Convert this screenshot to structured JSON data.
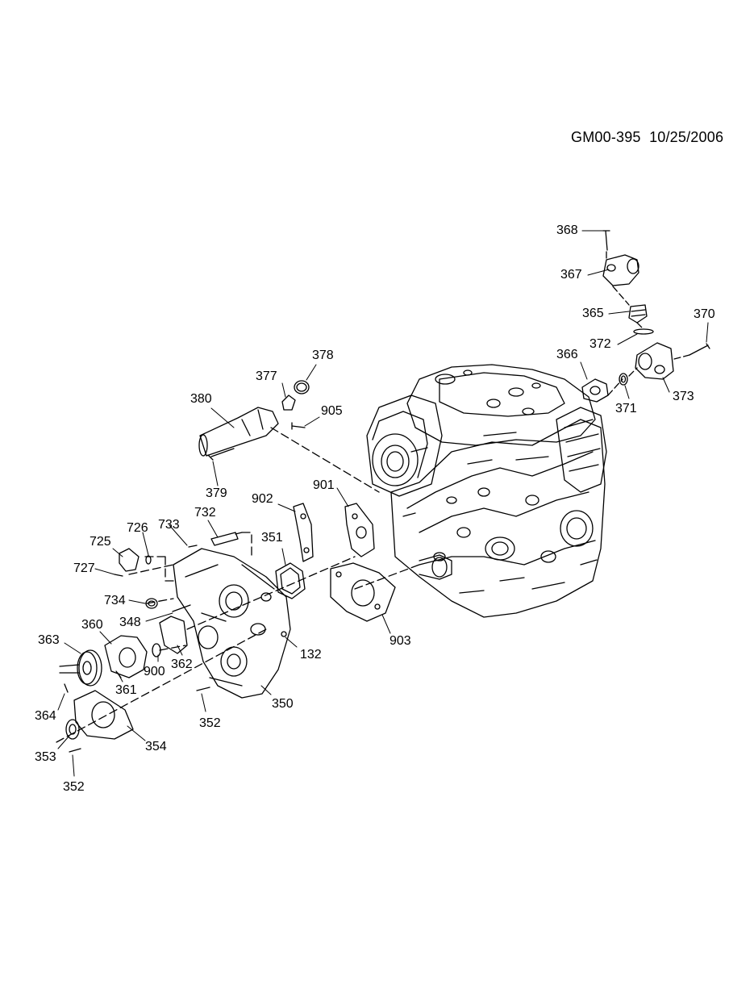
{
  "header": {
    "diagram_id": "GM00-395",
    "date": "10/25/2006"
  },
  "callouts": [
    {
      "id": "c368",
      "text": "368"
    },
    {
      "id": "c367",
      "text": "367"
    },
    {
      "id": "c365",
      "text": "365"
    },
    {
      "id": "c370",
      "text": "370"
    },
    {
      "id": "c372",
      "text": "372"
    },
    {
      "id": "c366",
      "text": "366"
    },
    {
      "id": "c371",
      "text": "371"
    },
    {
      "id": "c373",
      "text": "373"
    },
    {
      "id": "c378",
      "text": "378"
    },
    {
      "id": "c377",
      "text": "377"
    },
    {
      "id": "c380",
      "text": "380"
    },
    {
      "id": "c905",
      "text": "905"
    },
    {
      "id": "c379",
      "text": "379"
    },
    {
      "id": "c902",
      "text": "902"
    },
    {
      "id": "c901",
      "text": "901"
    },
    {
      "id": "c732",
      "text": "732"
    },
    {
      "id": "c726",
      "text": "726"
    },
    {
      "id": "c733",
      "text": "733"
    },
    {
      "id": "c725",
      "text": "725"
    },
    {
      "id": "c351",
      "text": "351"
    },
    {
      "id": "c727",
      "text": "727"
    },
    {
      "id": "c734",
      "text": "734"
    },
    {
      "id": "c360",
      "text": "360"
    },
    {
      "id": "c348",
      "text": "348"
    },
    {
      "id": "c363",
      "text": "363"
    },
    {
      "id": "c900",
      "text": "900"
    },
    {
      "id": "c362",
      "text": "362"
    },
    {
      "id": "c132",
      "text": "132"
    },
    {
      "id": "c903",
      "text": "903"
    },
    {
      "id": "c361",
      "text": "361"
    },
    {
      "id": "c364",
      "text": "364"
    },
    {
      "id": "c350",
      "text": "350"
    },
    {
      "id": "c352a",
      "text": "352"
    },
    {
      "id": "c354",
      "text": "354"
    },
    {
      "id": "c353",
      "text": "353"
    },
    {
      "id": "c352b",
      "text": "352"
    }
  ]
}
